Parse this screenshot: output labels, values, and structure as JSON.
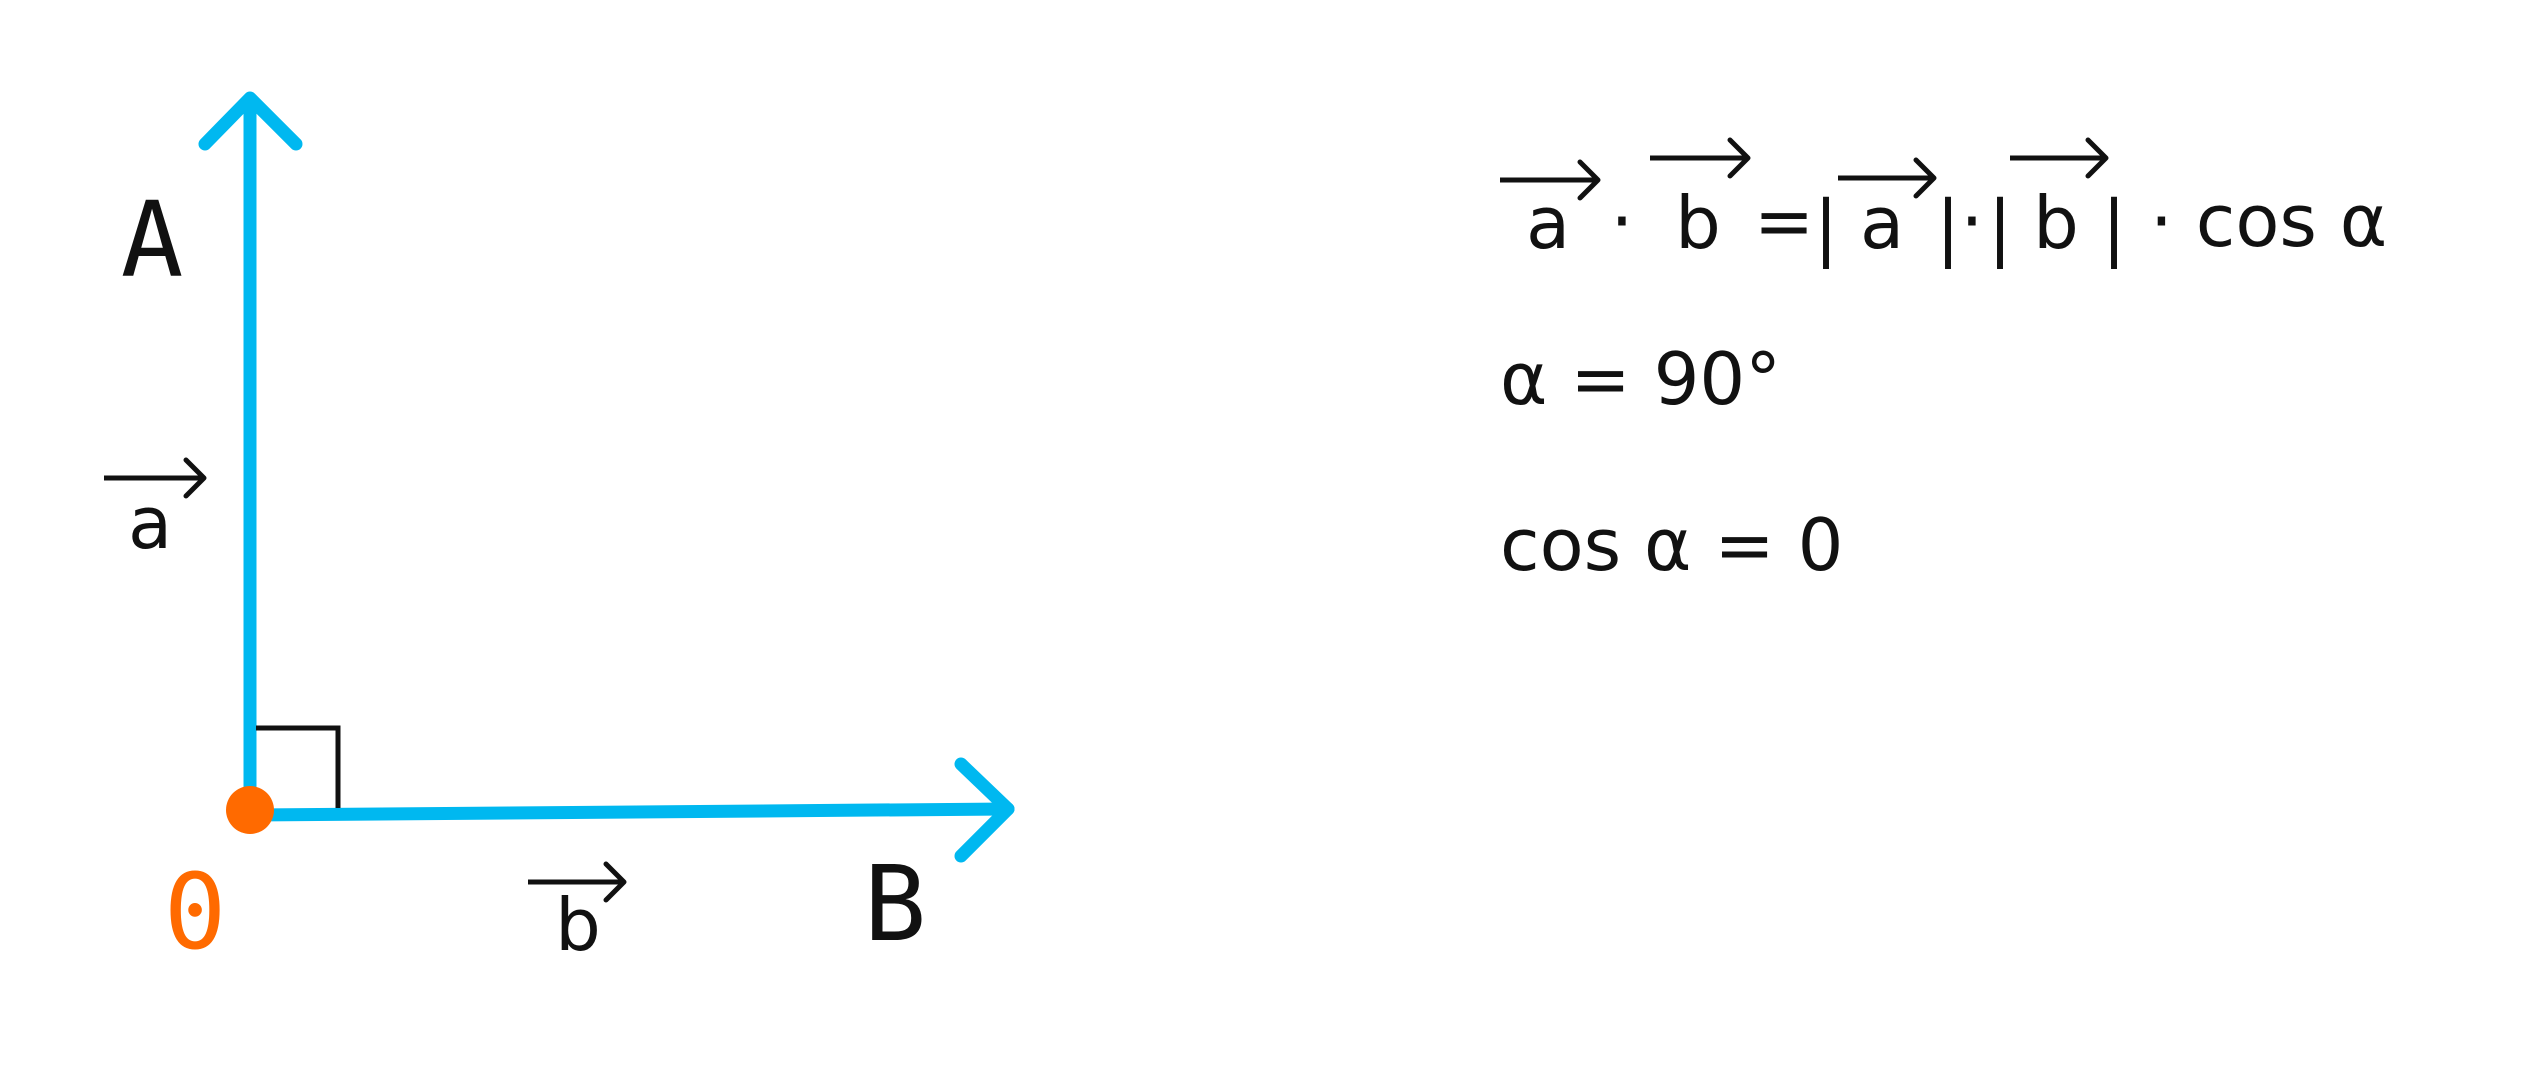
{
  "colors": {
    "vector": "#00b8f0",
    "origin": "#ff6a00",
    "ink": "#111111",
    "background": "#ffffff"
  },
  "diagram": {
    "points": {
      "A": "A",
      "B": "B",
      "O": "0"
    },
    "vectors": {
      "a": "a",
      "b": "b"
    }
  },
  "formulas": {
    "line1": {
      "a": "a",
      "dot": "·",
      "b": "b",
      "equals": "=",
      "bar_open_a": "|",
      "abs_a": "a",
      "bar_close_a": "|",
      "mid_dot": "·",
      "bar_open_b": "|",
      "abs_b": "b",
      "bar_close_b": "|",
      "tail": "· cos α"
    },
    "line2": "α = 90°",
    "line3": "cos α = 0"
  }
}
